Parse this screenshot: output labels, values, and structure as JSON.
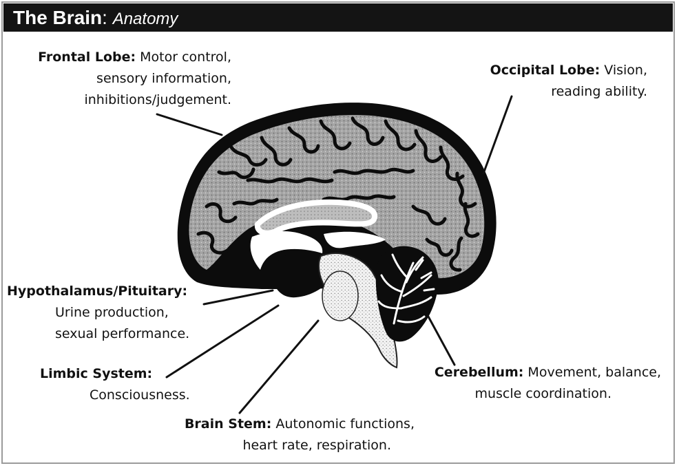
{
  "header": {
    "title": "The Brain",
    "separator": ": ",
    "subtitle": "Anatomy"
  },
  "labels": {
    "frontal": {
      "name": "Frontal Lobe:",
      "line1": " Motor control,",
      "line2": "sensory information,",
      "line3": "inhibitions/judgement."
    },
    "occipital": {
      "name": "Occipital Lobe:",
      "line1": " Vision,",
      "line2": "reading ability."
    },
    "hypothalamus": {
      "name": "Hypothalamus/Pituitary:",
      "line2": "Urine production,",
      "line3": "sexual performance."
    },
    "limbic": {
      "name": "Limbic System:",
      "line2": "Consciousness."
    },
    "brainstem": {
      "name": "Brain Stem:",
      "line1": " Autonomic functions,",
      "line2": "heart rate, respiration."
    },
    "cerebellum": {
      "name": "Cerebellum:",
      "line1": " Movement, balance,",
      "line2": "muscle coordination."
    }
  },
  "colors": {
    "title_bar": "#141414",
    "title_text": "#ffffff",
    "cortex": "#9d9d9d",
    "brain_dark": "#0c0c0c"
  }
}
